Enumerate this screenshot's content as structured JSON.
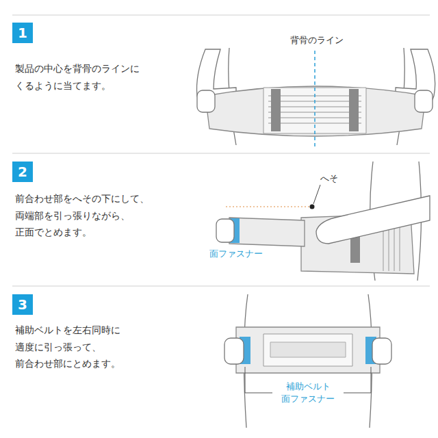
{
  "diagram": {
    "nodes": [
      {
        "text": [
          "1"
        ]
      },
      {
        "text": [
          "2"
        ]
      },
      {
        "text": [
          "3"
        ]
      }
    ],
    "labels": [
      "製品の中心を背骨のラインに くるように当てます。",
      "背骨のライン",
      "前合わせ部をへその下にして、 両端部を引っ張りながら、 正面でとめます。",
      "へそ",
      "面ファスナー",
      "補助ベルトを左右同時に 適度に引っ張って、 前合わせ部にとめます。",
      "補助ベルト 面ファスナー"
    ]
  }
}
